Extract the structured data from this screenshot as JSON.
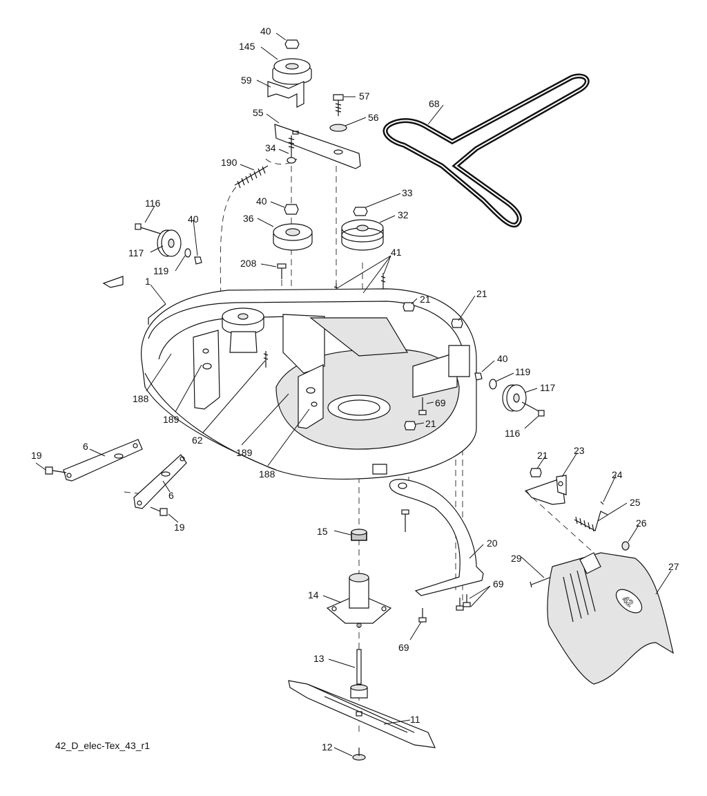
{
  "diagram": {
    "caption": "42_D_elec-Tex_43_r1",
    "shield_badge": "42",
    "callouts": [
      "40",
      "145",
      "59",
      "57",
      "56",
      "55",
      "34",
      "190",
      "68",
      "33",
      "32",
      "40",
      "36",
      "116",
      "40",
      "117",
      "119",
      "208",
      "41",
      "1",
      "21",
      "21",
      "40",
      "119",
      "117",
      "116",
      "69",
      "21",
      "188",
      "189",
      "62",
      "189",
      "188",
      "19",
      "6",
      "6",
      "19",
      "21",
      "23",
      "24",
      "25",
      "26",
      "15",
      "20",
      "29",
      "27",
      "14",
      "69",
      "69",
      "13",
      "11",
      "12"
    ]
  }
}
